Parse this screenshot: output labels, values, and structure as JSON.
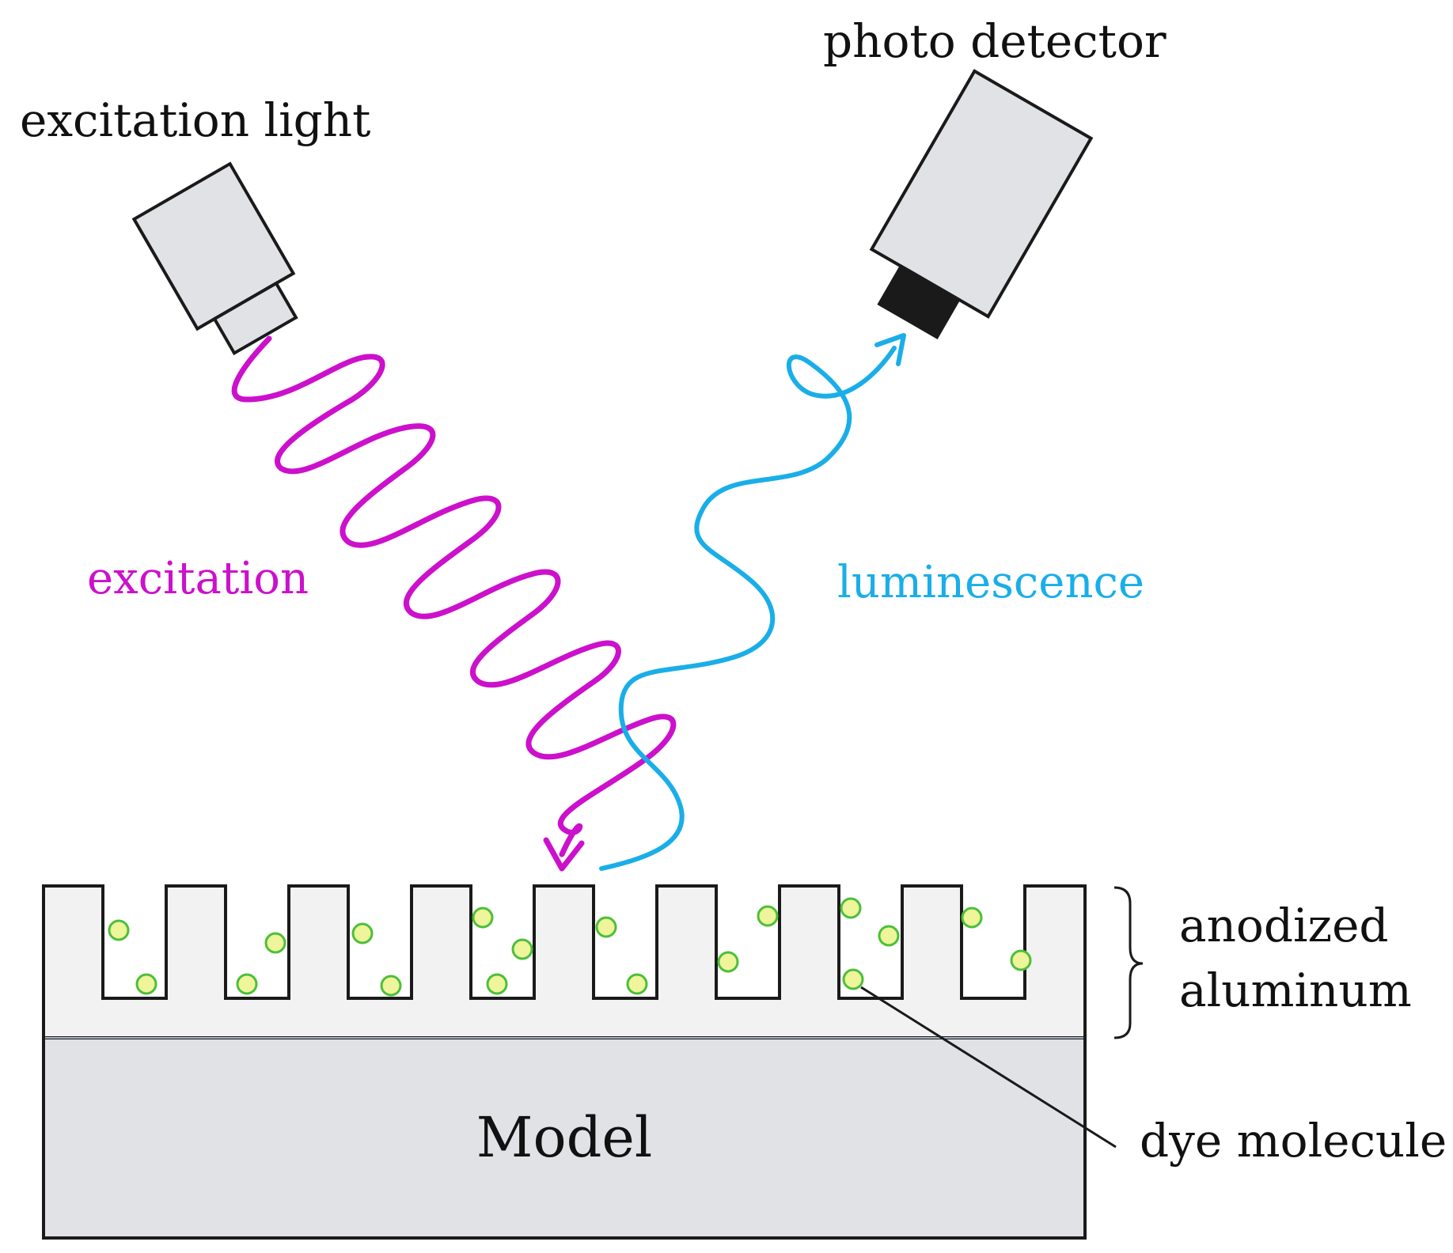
{
  "labels": {
    "excitation_light": "excitation light",
    "photo_detector": "photo detector",
    "excitation": "excitation",
    "luminescence": "luminescence",
    "anodized_aluminum_line1": "anodized",
    "anodized_aluminum_line2": "aluminum",
    "dye_molecule": "dye molecule",
    "model": "Model"
  },
  "colors": {
    "excitation": "#cc10cc",
    "luminescence": "#1aaee8",
    "device_fill": "#e0e2e6",
    "lens_fill": "#1a1a1a",
    "anodized_fill": "#f2f2f2",
    "model_fill": "#e0e2e6",
    "dye_fill": "#eef59a",
    "dye_stroke": "#4cbf3a",
    "outline": "#1a1a1a"
  }
}
